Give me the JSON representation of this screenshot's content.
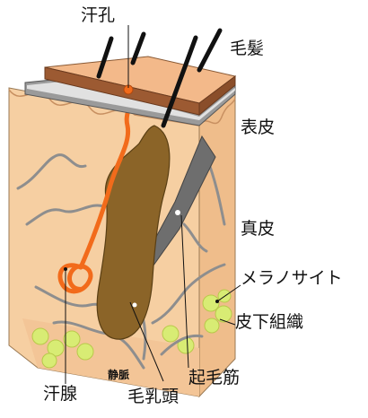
{
  "labels": {
    "sweat_pore": "汗孔",
    "hair": "毛髪",
    "epidermis": "表皮",
    "dermis": "真皮",
    "melanocyte": "メラノサイト",
    "subcutaneous": "皮下組織",
    "sweat_gland": "汗腺",
    "vein": "静脈",
    "hair_papilla": "毛乳頭",
    "arrector_pili": "起毛筋"
  },
  "colors": {
    "skin_surface": "#f3b98a",
    "epidermis_band": "#e7a06c",
    "dermis": "#f6cfa2",
    "side_face": "#f0c190",
    "follicle": "#8b6428",
    "sweat_duct": "#f26b1b",
    "muscle": "#777777",
    "fat": "#d8ec74",
    "vessel": "#8e8e8e",
    "hair": "#111111"
  }
}
